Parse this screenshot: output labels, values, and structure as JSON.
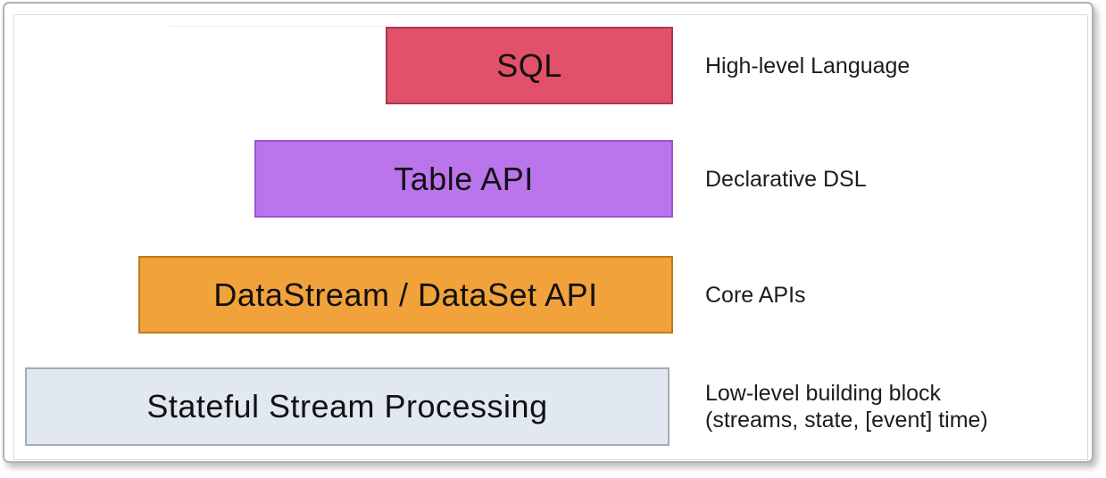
{
  "diagram": {
    "text_color": "#111111",
    "layers": [
      {
        "id": "sql",
        "label": "SQL",
        "annotation": "High-level Language",
        "fill": "#e25069",
        "border": "#a93a50"
      },
      {
        "id": "table-api",
        "label": "Table API",
        "annotation": "Declarative DSL",
        "fill": "#ba74ec",
        "border": "#9b55cc"
      },
      {
        "id": "datastream-dataset-api",
        "label": "DataStream / DataSet API",
        "annotation": "Core APIs",
        "fill": "#f1a23b",
        "border": "#bd7a1e"
      },
      {
        "id": "stateful-stream-processing",
        "label": "Stateful Stream Processing",
        "annotation": "Low-level building block\n(streams, state, [event] time)",
        "fill": "#e2e8f2",
        "border": "#a6aab2"
      }
    ]
  }
}
